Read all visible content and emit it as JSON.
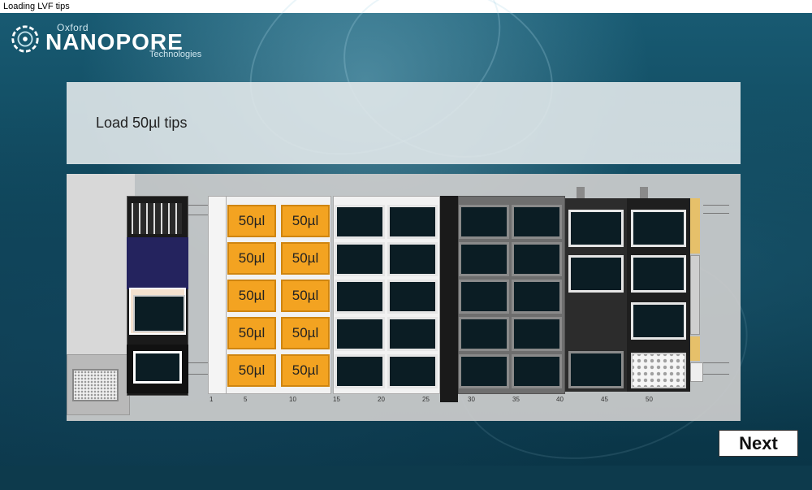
{
  "window": {
    "title": "Loading LVF tips"
  },
  "logo": {
    "oxford": "Oxford",
    "name": "NANOPORE",
    "technologies": "Technologies"
  },
  "instruction": {
    "text": "Load 50µl tips"
  },
  "deck": {
    "tip_label": "50µl",
    "rail_numbers": [
      "1",
      "5",
      "10",
      "15",
      "20",
      "25",
      "30",
      "35",
      "40",
      "45",
      "50"
    ],
    "colors": {
      "tip_fill": "#f3a321",
      "tip_border": "#cf8510",
      "slot_fill": "#0b1d24"
    }
  },
  "next_button": {
    "label": "Next"
  },
  "icons": [
    "nanopore-logo-icon",
    "microplate-icon",
    "plate-96-icon"
  ]
}
